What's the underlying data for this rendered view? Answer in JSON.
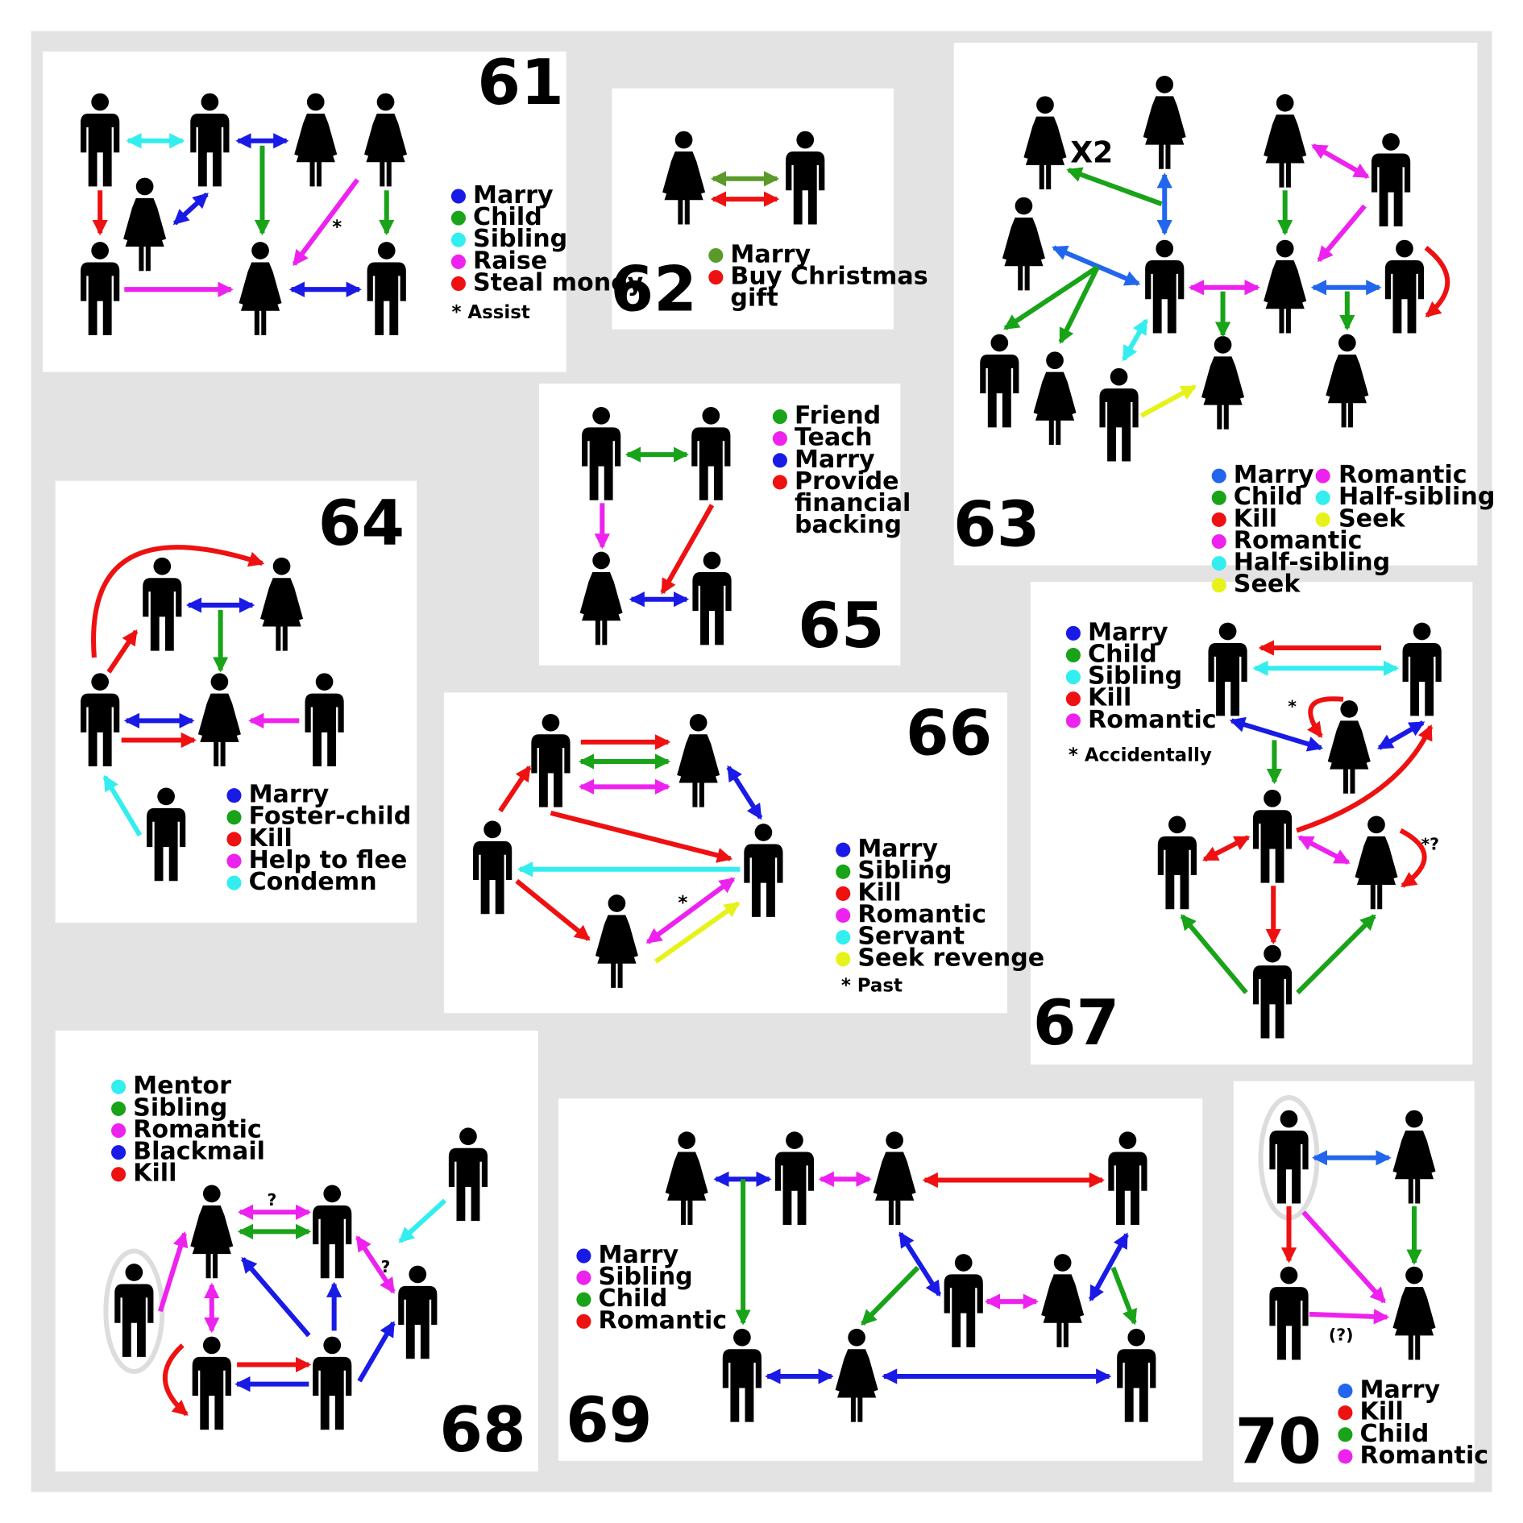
{
  "colors": {
    "blue": "#1a1ae6",
    "lightblue": "#2266ee",
    "green": "#19a319",
    "olive": "#5a9a2a",
    "cyan": "#33eeee",
    "magenta": "#ee22ee",
    "red": "#ee1111",
    "yellow": "#e6f21a",
    "black": "#000000",
    "circle": "#dddddd",
    "background": "#e3e3e3"
  },
  "panels": [
    {
      "number": "61",
      "legend": [
        {
          "color": "blue",
          "label": "Marry"
        },
        {
          "color": "green",
          "label": "Child"
        },
        {
          "color": "cyan",
          "label": "Sibling"
        },
        {
          "color": "magenta",
          "label": "Raise"
        },
        {
          "color": "red",
          "label": "Steal money"
        }
      ],
      "notes": [
        {
          "label": "*  Assist"
        }
      ],
      "annotations": [
        "*"
      ]
    },
    {
      "number": "62",
      "legend": [
        {
          "color": "olive",
          "label": "Marry"
        },
        {
          "color": "red",
          "label": "Buy Christmas gift"
        }
      ]
    },
    {
      "number": "63",
      "legend": [
        {
          "color": "lightblue",
          "label": "Marry"
        },
        {
          "color": "green",
          "label": "Child"
        },
        {
          "color": "red",
          "label": "Kill"
        },
        {
          "color": "magenta",
          "label": "Romantic"
        },
        {
          "color": "cyan",
          "label": "Half-sibling"
        },
        {
          "color": "yellow",
          "label": "Seek"
        }
      ],
      "annotations": [
        "X2"
      ]
    },
    {
      "number": "64",
      "legend": [
        {
          "color": "blue",
          "label": "Marry"
        },
        {
          "color": "green",
          "label": "Foster-child"
        },
        {
          "color": "red",
          "label": "Kill"
        },
        {
          "color": "magenta",
          "label": "Help to flee"
        },
        {
          "color": "cyan",
          "label": "Condemn"
        }
      ]
    },
    {
      "number": "65",
      "legend": [
        {
          "color": "green",
          "label": "Friend"
        },
        {
          "color": "magenta",
          "label": "Teach"
        },
        {
          "color": "blue",
          "label": "Marry"
        },
        {
          "color": "red",
          "label": "Provide financial backing"
        }
      ]
    },
    {
      "number": "66",
      "legend": [
        {
          "color": "blue",
          "label": "Marry"
        },
        {
          "color": "green",
          "label": "Sibling"
        },
        {
          "color": "red",
          "label": "Kill"
        },
        {
          "color": "magenta",
          "label": "Romantic"
        },
        {
          "color": "cyan",
          "label": "Servant"
        },
        {
          "color": "yellow",
          "label": "Seek revenge"
        }
      ],
      "notes": [
        {
          "label": "*  Past"
        }
      ],
      "annotations": [
        "*"
      ]
    },
    {
      "number": "67",
      "legend": [
        {
          "color": "blue",
          "label": "Marry"
        },
        {
          "color": "green",
          "label": "Child"
        },
        {
          "color": "cyan",
          "label": "Sibling"
        },
        {
          "color": "red",
          "label": "Kill"
        },
        {
          "color": "magenta",
          "label": "Romantic"
        }
      ],
      "notes": [
        {
          "label": "*  Accidentally"
        }
      ],
      "annotations": [
        "*",
        "*?"
      ]
    },
    {
      "number": "68",
      "legend": [
        {
          "color": "cyan",
          "label": "Mentor"
        },
        {
          "color": "green",
          "label": "Sibling"
        },
        {
          "color": "magenta",
          "label": "Romantic"
        },
        {
          "color": "blue",
          "label": "Blackmail"
        },
        {
          "color": "red",
          "label": "Kill"
        }
      ],
      "annotations": [
        "?",
        "?"
      ]
    },
    {
      "number": "69",
      "legend": [
        {
          "color": "blue",
          "label": "Marry"
        },
        {
          "color": "magenta",
          "label": "Sibling"
        },
        {
          "color": "green",
          "label": "Child"
        },
        {
          "color": "red",
          "label": "Romantic"
        }
      ]
    },
    {
      "number": "70",
      "legend": [
        {
          "color": "lightblue",
          "label": "Marry"
        },
        {
          "color": "red",
          "label": "Kill"
        },
        {
          "color": "green",
          "label": "Child"
        },
        {
          "color": "magenta",
          "label": "Romantic"
        }
      ],
      "annotations": [
        "(?)"
      ]
    }
  ]
}
